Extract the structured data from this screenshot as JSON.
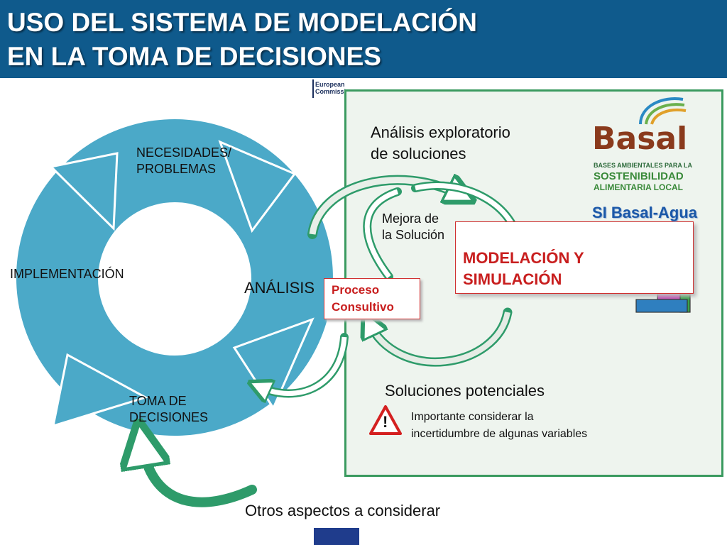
{
  "header": {
    "title_line1": "USO DEL SISTEMA DE MODELACIÓN",
    "title_line2": "EN LA TOMA DE DECISIONES"
  },
  "ec_logo": {
    "line1": "European",
    "line2": "Commission"
  },
  "cycle": {
    "necesidades_line1": "NECESIDADES/",
    "necesidades_line2": "PROBLEMAS",
    "implementacion": "IMPLEMENTACIÓN",
    "analisis": "ANÁLISIS",
    "toma_line1": "TOMA DE",
    "toma_line2": "DECISIONES"
  },
  "panel": {
    "exploratorio_line1": "Análisis exploratorio",
    "exploratorio_line2": "de soluciones",
    "mejora_line1": "Mejora de",
    "mejora_line2": "la Solución",
    "proceso_line1": "Proceso",
    "proceso_line2": "Consultivo",
    "modelacion_line1": "MODELACIÓN Y",
    "modelacion_line2": "SIMULACIÓN",
    "soluciones": "Soluciones potenciales",
    "warning_mark": "!",
    "nota_line1": "Importante considerar la",
    "nota_line2": "incertidumbre de  algunas variables"
  },
  "basal": {
    "word": "Basal",
    "sub1": "BASES AMBIENTALES PARA LA",
    "sub2": "SOSTENIBILIDAD",
    "sub3": "ALIMENTARIA LOCAL",
    "si_label": "SI Basal-Agua"
  },
  "footer": {
    "otros": "Otros aspectos a considerar"
  },
  "colors": {
    "header_bg": "#0f5a8c",
    "cycle_fill": "#4ba9c8",
    "panel_border": "#3a9a5f",
    "arrow_green": "#2e9b6a",
    "accent_red": "#c81e1e",
    "si_blue": "#1b58a8"
  },
  "icons": [
    "warning-icon",
    "person-computer-icon",
    "basal-logo-icon",
    "eu-flag-icon"
  ]
}
